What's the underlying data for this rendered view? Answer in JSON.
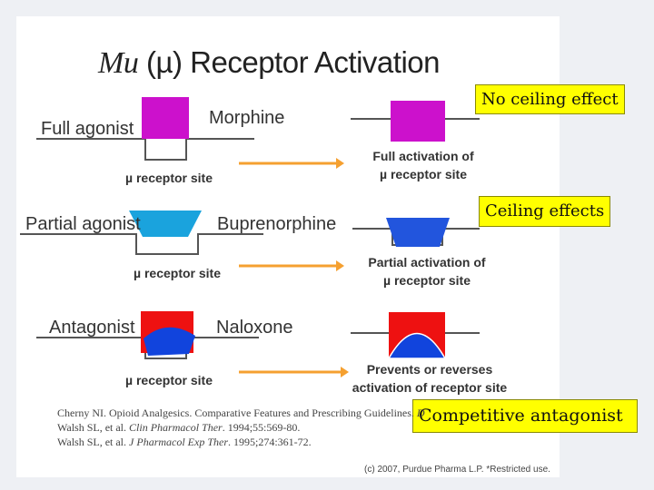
{
  "title": {
    "prefix": "Mu",
    "suffix": " (µ) Receptor Activation"
  },
  "rows": [
    {
      "type": "Full agonist",
      "drug": "Morphine",
      "site": "µ receptor site",
      "result_line1": "Full activation of",
      "result_line2": "µ receptor site",
      "callout": "No ceiling effect"
    },
    {
      "type": "Partial agonist",
      "drug": "Buprenorphine",
      "site": "µ receptor site",
      "result_line1": "Partial activation of",
      "result_line2": "µ receptor site",
      "callout": "Ceiling effects"
    },
    {
      "type": "Antagonist",
      "drug": "Naloxone",
      "site": "µ receptor site",
      "result_line1": "Prevents or reverses",
      "result_line2": "activation of receptor site",
      "callout": "Competitive antagonist"
    }
  ],
  "citations": [
    {
      "text": "Cherny NI. Opioid Analgesics. Comparative Features and Prescribing Guidelines. ",
      "italic": "D"
    },
    {
      "text": "Walsh SL, et al. ",
      "italic": "Clin Pharmacol Ther",
      "after": ". 1994;55:569-80."
    },
    {
      "text": "Walsh SL, et al. ",
      "italic": "J Pharmacol Exp Ther",
      "after": ". 1995;274:361-72."
    }
  ],
  "copyright": "(c) 2007, Purdue Pharma L.P. *Restricted use.",
  "colors": {
    "full": "#cc11cc",
    "partial": "#1aa3dd",
    "partial_result": "#2255dd",
    "antagonist_red": "#ee1111",
    "antagonist_blue": "#1144dd",
    "arrow": "#f5a030",
    "callout_bg": "#ffff00"
  }
}
